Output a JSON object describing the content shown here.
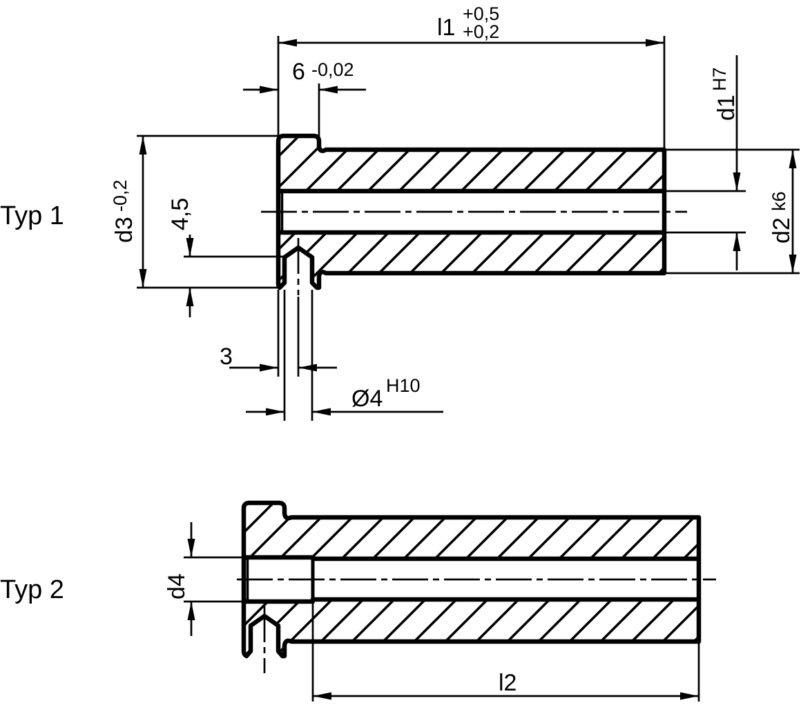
{
  "colors": {
    "ink": "#000000",
    "background": "#ffffff"
  },
  "typ1": {
    "label": "Typ 1",
    "dimensions": {
      "l1": {
        "label": "l1",
        "tol_upper": "+0,5",
        "tol_lower": "+0,2"
      },
      "flange_width": {
        "label": "6",
        "tol": "-0,02"
      },
      "d1": {
        "label": "d1",
        "fit": "H7"
      },
      "d2": {
        "label": "d2",
        "fit": "k6"
      },
      "d3": {
        "label": "d3",
        "tol": "-0,2"
      },
      "hole_depth": {
        "label": "4,5"
      },
      "hole_offset": {
        "label": "3"
      },
      "hole_dia": {
        "label": "Ø4",
        "fit": "H10"
      }
    }
  },
  "typ2": {
    "label": "Typ 2",
    "dimensions": {
      "d4": {
        "label": "d4"
      },
      "l2": {
        "label": "l2"
      }
    }
  }
}
